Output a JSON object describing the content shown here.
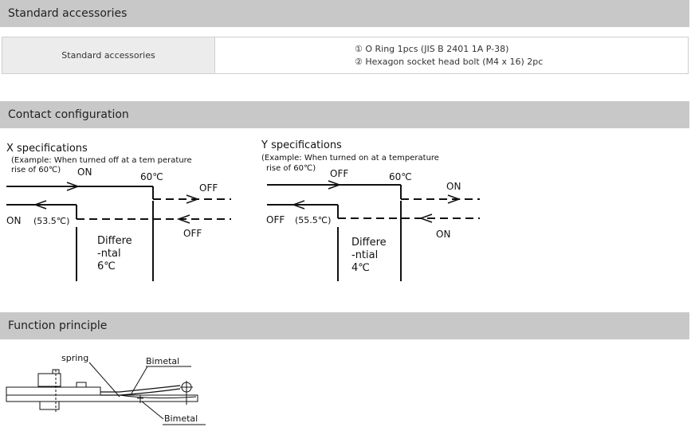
{
  "sections": {
    "standard_accessories": "Standard accessories",
    "contact_configuration": "Contact configuration",
    "function_principle": "Function principle"
  },
  "accessories_table": {
    "label": "Standard accessories",
    "items": [
      "① O Ring 1pcs (JIS B 2401 1A P-38)",
      "② Hexagon socket head bolt (M4 x 16) 2pc"
    ]
  },
  "x_spec": {
    "title": "X specifications",
    "example_line1": "(Example: When turned off at a tem perature",
    "example_line2": "rise of 60℃)",
    "on_top": "ON",
    "temp_top": "60℃",
    "off_top": "OFF",
    "on_bottom": "ON",
    "temp_bottom": "(53.5℃)",
    "off_bottom": "OFF",
    "diff_line1": "Differe",
    "diff_line2": "-ntal",
    "diff_line3": "6℃"
  },
  "y_spec": {
    "title": "Y specifications",
    "example_line1": "(Example: When turned on at a temperature",
    "example_line2": "rise of 60℃)",
    "off_top": "OFF",
    "temp_top": "60℃",
    "on_top": "ON",
    "off_bottom": "OFF",
    "temp_bottom": "(55.5℃)",
    "on_bottom": "ON",
    "diff_line1": "Differe",
    "diff_line2": "-ntial",
    "diff_line3": "4℃"
  },
  "function_diagram": {
    "spring_label": "spring",
    "bimetal_top_label": "Bimetal",
    "bimetal_bottom_label": "Bimetal"
  }
}
